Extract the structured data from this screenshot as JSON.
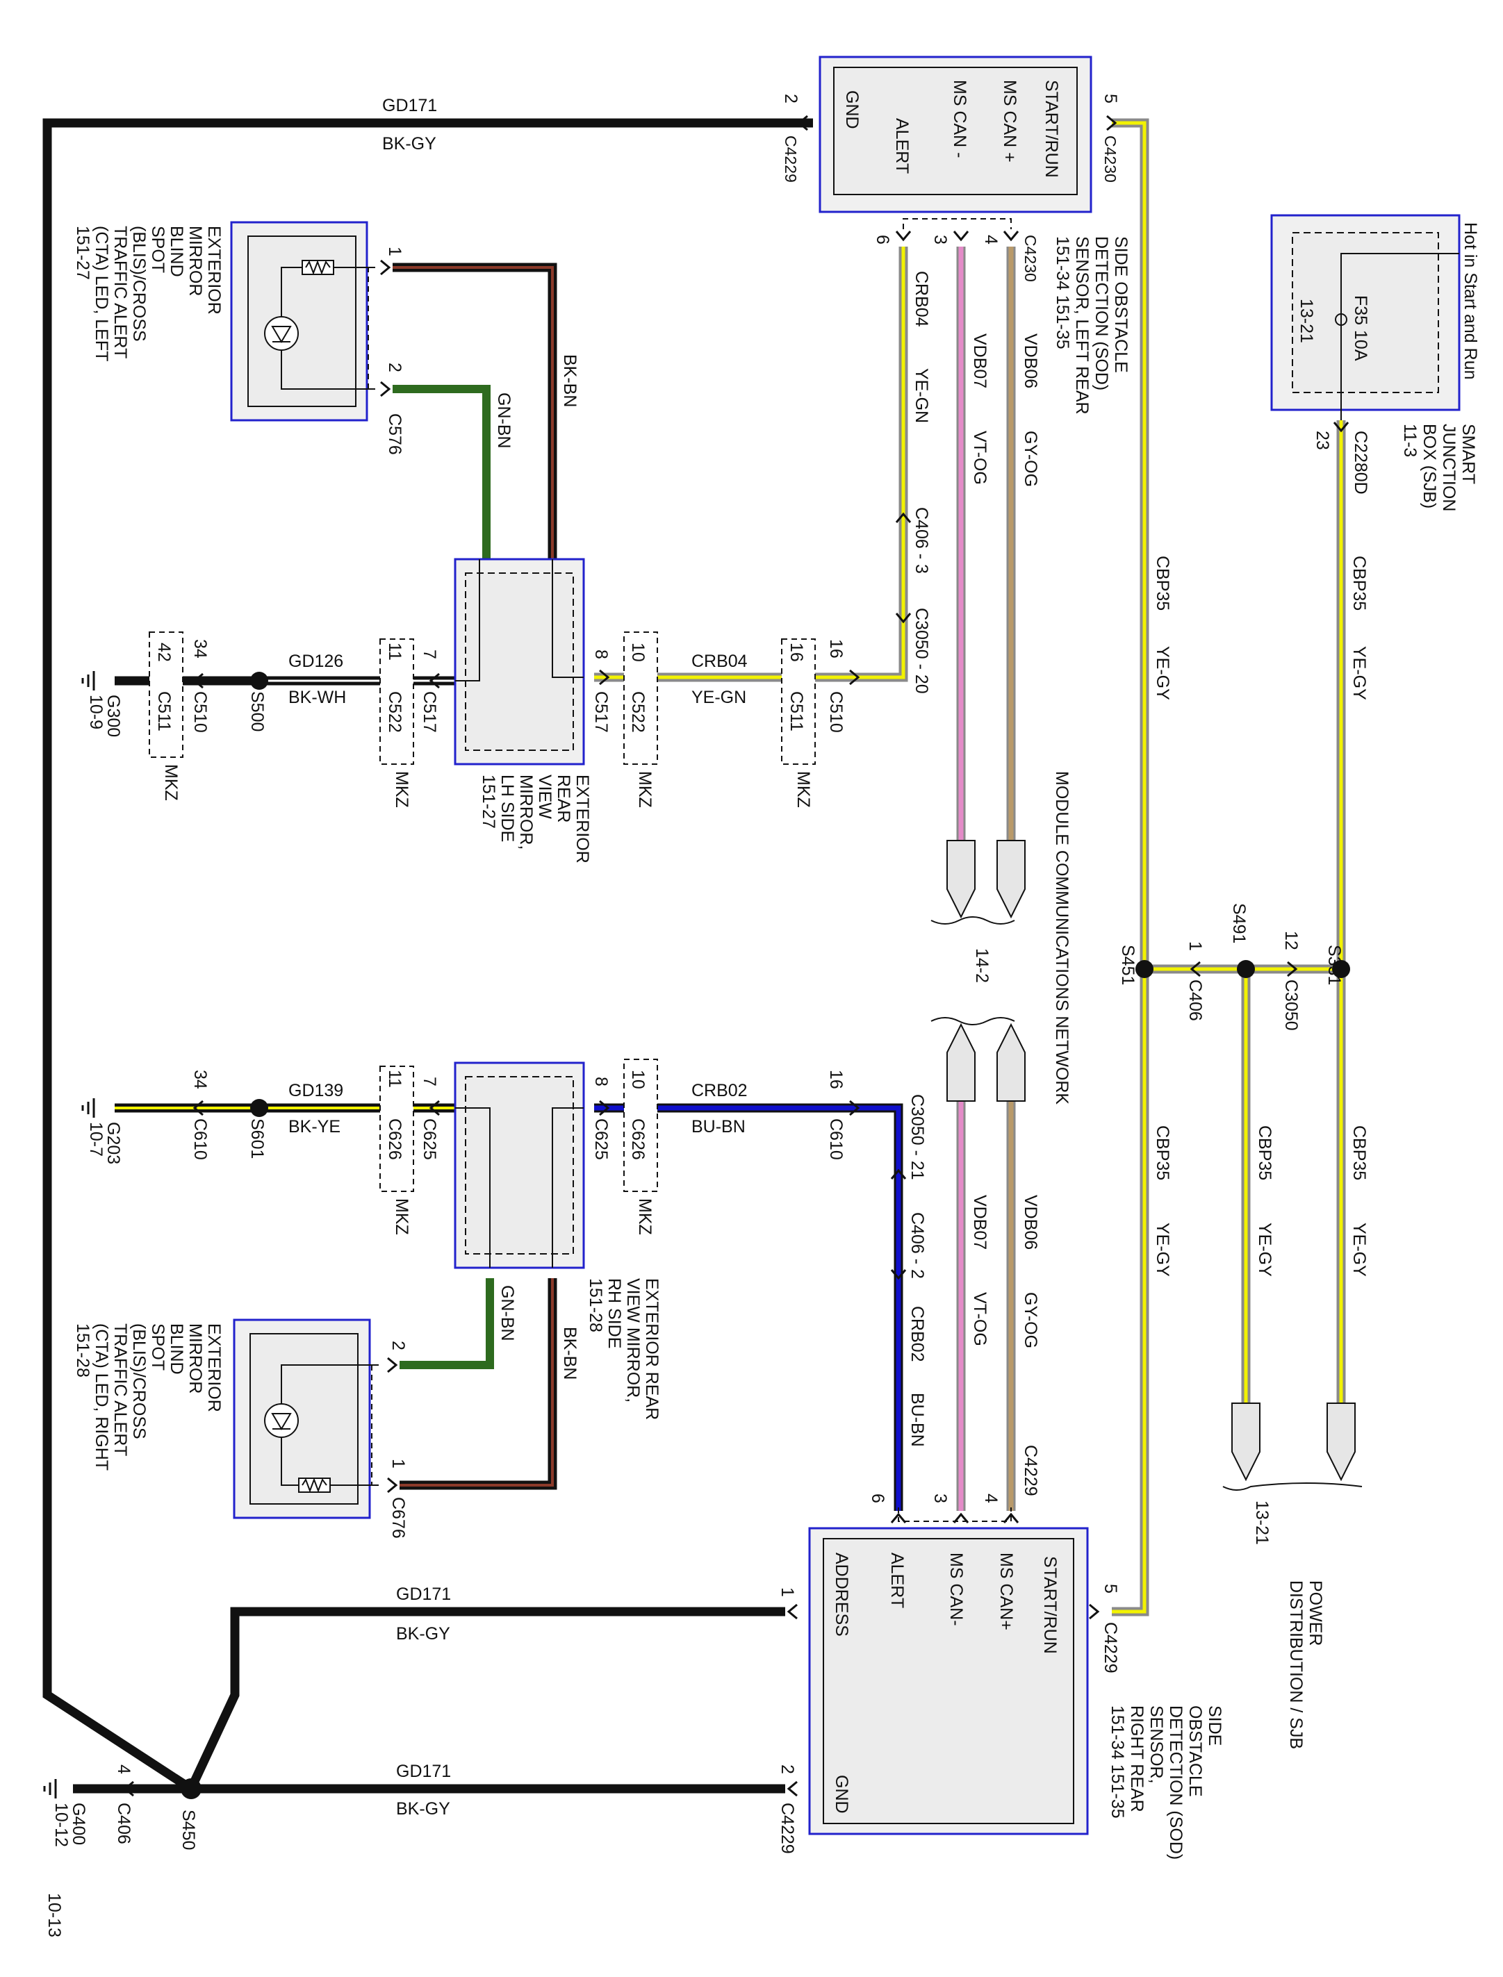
{
  "colors": {
    "black": "#111111",
    "yellow": "#f2f200",
    "gray": "#8a8a8a",
    "brown": "#8b3a2a",
    "green": "#2e6b1f",
    "blue": "#1010cc",
    "pink": "#e48bc8",
    "tan": "#b99a6a",
    "module_border": "#2222cc",
    "module_fill": "#f0f0f0"
  },
  "page_number": "10-13",
  "sod_left": {
    "pins": [
      "START/RUN",
      "MS CAN +",
      "MS CAN -",
      "ALERT",
      "GND"
    ],
    "connector_top": "C4230",
    "connector_bottom": "C4230",
    "label": [
      "SIDE OBSTACLE",
      "DETECTION (SOD)",
      "SENSOR, LEFT REAR",
      "151-34    151-35"
    ]
  },
  "sod_right": {
    "pins": [
      "START/RUN",
      "MS CAN+",
      "MS CAN-",
      "ALERT",
      "ADDRESS",
      "GND"
    ],
    "label": [
      "SIDE",
      "OBSTACLE",
      "DETECTION (SOD)",
      "SENSOR,",
      "RIGHT REAR",
      "151-34    151-35"
    ]
  },
  "sjb": {
    "title": "Hot in Start and Run",
    "fuse": "F35  10A",
    "ref": "13-21",
    "label": [
      "SMART",
      "JUNCTION",
      "BOX (SJB)",
      "11-3"
    ],
    "pin": "23",
    "connector": "C2280D"
  },
  "power_distribution": [
    "POWER",
    "DISTRIBUTION / SJB"
  ],
  "power_ref": "13-21",
  "mcn": "MODULE COMMUNICATIONS NETWORK",
  "mcn_ref": "14-2",
  "mirror_left": {
    "label": [
      "EXTERIOR",
      "REAR",
      "VIEW",
      "MIRROR,",
      "LH SIDE",
      "151-27"
    ],
    "led": [
      "EXTERIOR",
      "MIRROR",
      "BLIND",
      "SPOT",
      "(BLIS)/CROSS",
      "TRAFFIC ALERT",
      "(CTA) LED, LEFT",
      "151-27"
    ]
  },
  "mirror_right": {
    "label": [
      "EXTERIOR REAR",
      "VIEW MIRROR,",
      "RH SIDE",
      "151-28"
    ],
    "led": [
      "EXTERIOR",
      "MIRROR",
      "BLIND",
      "SPOT",
      "(BLIS)/CROSS",
      "TRAFFIC ALERT",
      "(CTA) LED, RIGHT",
      "151-28"
    ]
  },
  "wires": {
    "gd171": "GD171",
    "bkgy": "BK-GY",
    "cbp35": "CBP35",
    "yegy": "YE-GY",
    "crb04": "CRB04",
    "yegn": "YE-GN",
    "vdb07": "VDB07",
    "vtog": "VT-OG",
    "vdb06": "VDB06",
    "gyog": "GY-OG",
    "crb02": "CRB02",
    "bubn": "BU-BN",
    "gd126": "GD126",
    "bkwh": "BK-WH",
    "gd139": "GD139",
    "bkye": "BK-YE",
    "bkbn": "BK-BN",
    "gnbn": "GN-BN"
  },
  "connectors": {
    "c576": "C576",
    "c676": "C676",
    "c406_3": "C406 - 3",
    "c3050_20": "C3050 - 20",
    "c406_2": "C406 - 2",
    "c3050_21": "C3050 - 21",
    "c517": "C517",
    "c522": "C522",
    "c511": "C511",
    "c510": "C510",
    "c625": "C625",
    "c626": "C626",
    "c610": "C610",
    "c406": "C406",
    "c3050": "C3050",
    "c4229": "C4229",
    "mkz": "MKZ"
  },
  "splices": {
    "s451": "S451",
    "s491": "S491",
    "s331": "S331",
    "s500": "S500",
    "s601": "S601",
    "s450": "S450"
  },
  "grounds": {
    "g300": "G300",
    "g300_ref": "10-9",
    "g203": "G203",
    "g203_ref": "10-7",
    "g400": "G400",
    "g400_ref": "10-12"
  },
  "pins": {
    "p1": "1",
    "p2": "2",
    "p3": "3",
    "p4": "4",
    "p5": "5",
    "p6": "6",
    "p7": "7",
    "p8": "8",
    "p10": "10",
    "p11": "11",
    "p12": "12",
    "p16": "16",
    "p34": "34",
    "p42": "42"
  }
}
